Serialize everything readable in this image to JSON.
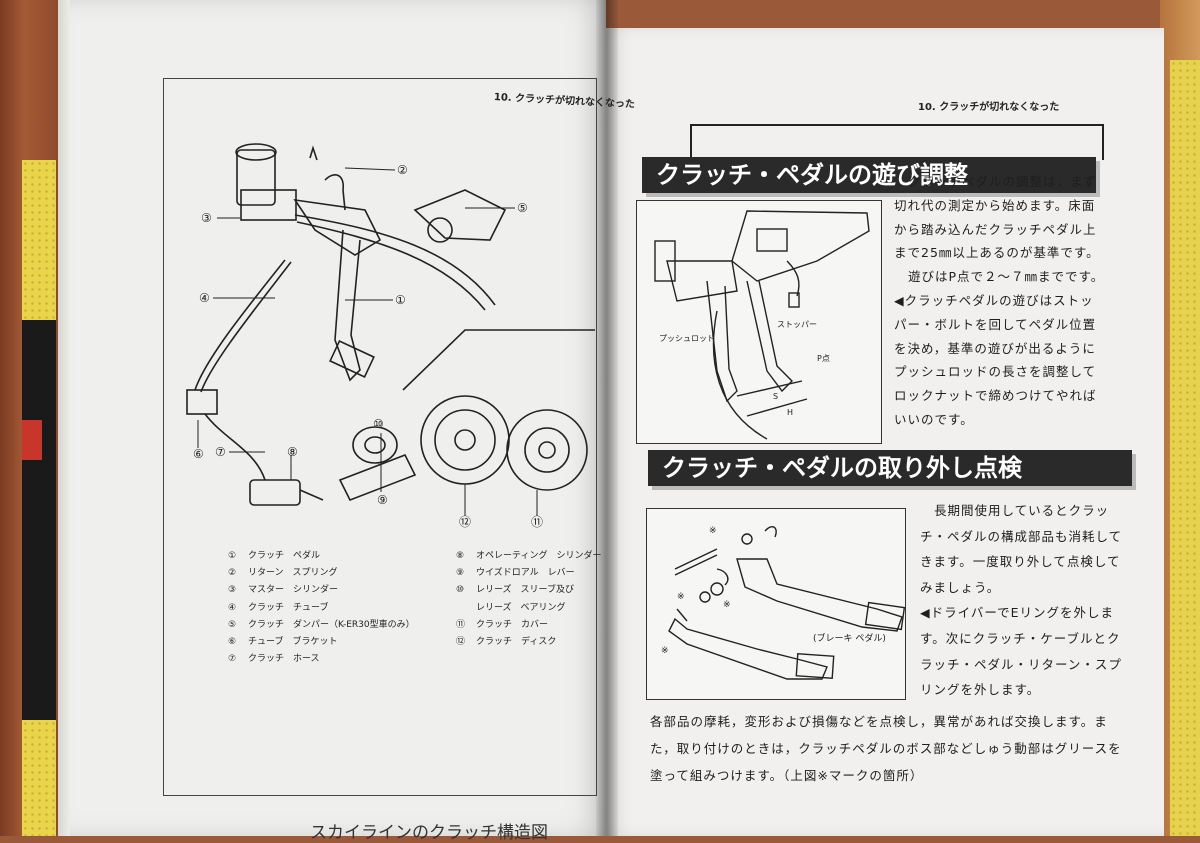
{
  "left_page": {
    "header": "10. クラッチが切れなくなった",
    "legend_left": [
      {
        "num": "①",
        "text": "クラッチ　ペダル"
      },
      {
        "num": "②",
        "text": "リターン　スプリング"
      },
      {
        "num": "③",
        "text": "マスター　シリンダー"
      },
      {
        "num": "④",
        "text": "クラッチ　チューブ"
      },
      {
        "num": "⑤",
        "text": "クラッチ　ダンパー（K-ER30型車のみ）"
      },
      {
        "num": "⑥",
        "text": "チューブ　ブラケット"
      },
      {
        "num": "⑦",
        "text": "クラッチ　ホース"
      }
    ],
    "legend_right": [
      {
        "num": "⑧",
        "text": "オペレーティング　シリンダー"
      },
      {
        "num": "⑨",
        "text": "ウイズドロアル　レバー"
      },
      {
        "num": "⑩",
        "text": "レリーズ　スリーブ及び"
      },
      {
        "num": "",
        "text": "レリーズ　ベアリング"
      },
      {
        "num": "⑪",
        "text": "クラッチ　カバー"
      },
      {
        "num": "⑫",
        "text": "クラッチ　ディスク"
      }
    ],
    "diagram_callouts": [
      "①",
      "②",
      "③",
      "④",
      "⑤",
      "⑥",
      "⑦",
      "⑧",
      "⑨",
      "⑩",
      "⑪",
      "⑫"
    ],
    "caption": "スカイラインのクラッチ構造図"
  },
  "right_page": {
    "header": "10. クラッチが切れなくなった",
    "section1_title": "クラッチ・ペダルの遊び調整",
    "section1_lines": [
      "クラッチペダルの調整は，まず",
      "切れ代の測定から始めます。床面",
      "から踏み込んだクラッチペダル上",
      "まで25㎜以上あるのが基準です。",
      "遊びはP点で２～７㎜までです。",
      "◀クラッチペダルの遊びはストッ",
      "パー・ボルトを回してペダル位置",
      "を決め，基準の遊びが出るように",
      "プッシュロッドの長さを調整して",
      "ロックナットで締めつけてやれば",
      "いいのです。"
    ],
    "fig1_labels": {
      "push_rod": "プッシュロッド",
      "stopper": "ストッパー",
      "p_point": "P点",
      "s": "S",
      "h": "H"
    },
    "section2_title": "クラッチ・ペダルの取り外し点検",
    "section2_side_lines": [
      "長期間使用しているとクラッ",
      "チ・ペダルの構成部品も消耗して",
      "きます。一度取り外して点検して",
      "みましょう。",
      "◀ドライバーでEリングを外しま",
      "す。次にクラッチ・ケーブルとク",
      "ラッチ・ペダル・リターン・スプ",
      "リングを外します。"
    ],
    "fig2_labels": {
      "brake_pedal": "(ブレーキ ペダル)",
      "mark": "※"
    },
    "section2_bottom_lines": [
      "各部品の摩耗，変形および損傷などを点検し，異常があれば交換します。ま",
      "た，取り付けのときは，クラッチペダルのボス部などしゅう動部はグリースを",
      "塗って組みつけます。（上図※マークの箇所）"
    ]
  }
}
